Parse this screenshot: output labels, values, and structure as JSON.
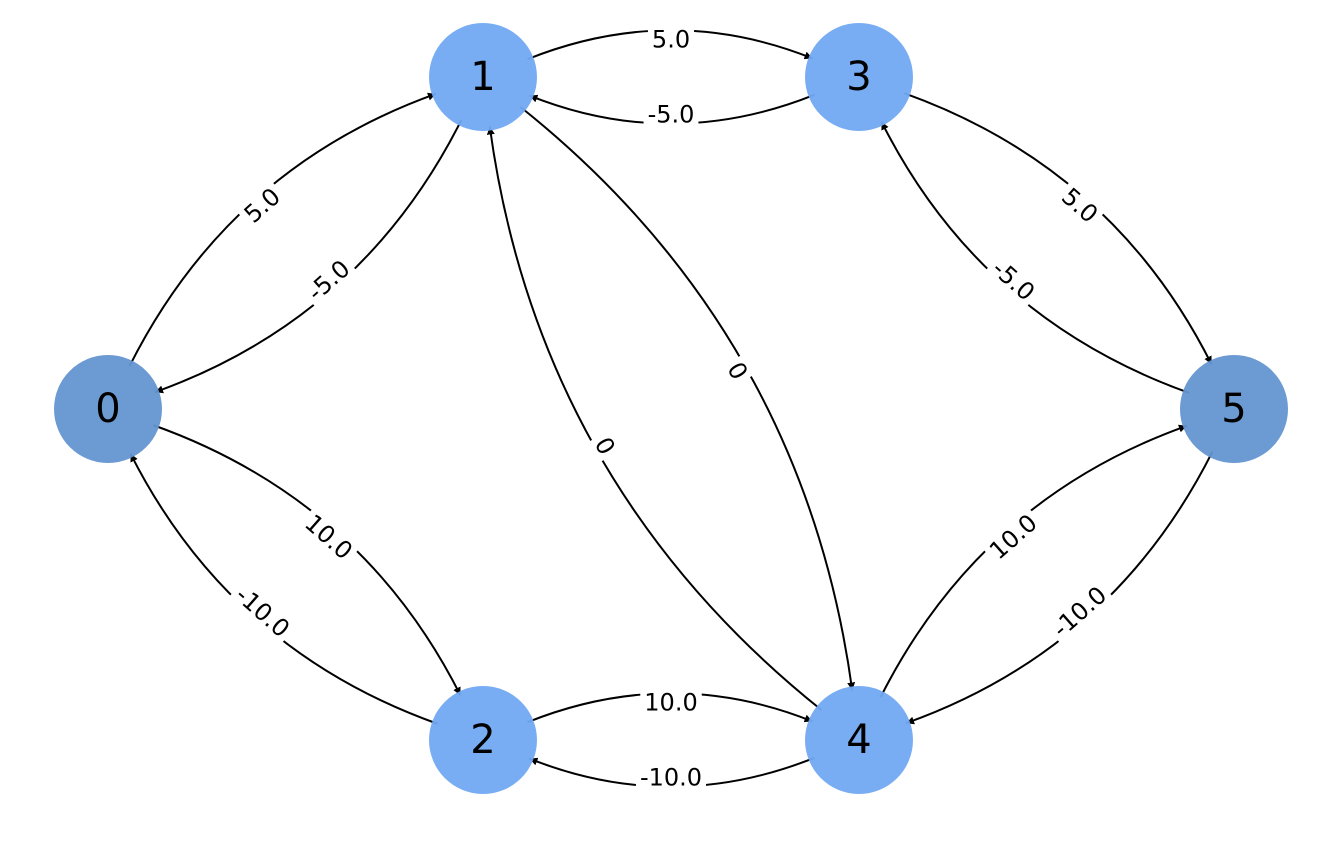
{
  "graph": {
    "directed": true,
    "colors": {
      "source_sink_node": "#6495d0",
      "inner_node": "#72a9f2",
      "edge": "#000000"
    },
    "nodes": [
      {
        "id": "0",
        "label": "0",
        "role": "source"
      },
      {
        "id": "1",
        "label": "1",
        "role": "inner"
      },
      {
        "id": "2",
        "label": "2",
        "role": "inner"
      },
      {
        "id": "3",
        "label": "3",
        "role": "inner"
      },
      {
        "id": "4",
        "label": "4",
        "role": "inner"
      },
      {
        "id": "5",
        "label": "5",
        "role": "sink"
      }
    ],
    "edges": [
      {
        "from": "0",
        "to": "1",
        "label": "5.0"
      },
      {
        "from": "1",
        "to": "0",
        "label": "-5.0"
      },
      {
        "from": "0",
        "to": "2",
        "label": "10.0"
      },
      {
        "from": "2",
        "to": "0",
        "label": "-10.0"
      },
      {
        "from": "1",
        "to": "3",
        "label": "5.0"
      },
      {
        "from": "3",
        "to": "1",
        "label": "-5.0"
      },
      {
        "from": "1",
        "to": "4",
        "label": "0"
      },
      {
        "from": "4",
        "to": "1",
        "label": "0"
      },
      {
        "from": "2",
        "to": "4",
        "label": "10.0"
      },
      {
        "from": "4",
        "to": "2",
        "label": "-10.0"
      },
      {
        "from": "3",
        "to": "5",
        "label": "5.0"
      },
      {
        "from": "5",
        "to": "3",
        "label": "-5.0"
      },
      {
        "from": "4",
        "to": "5",
        "label": "10.0"
      },
      {
        "from": "5",
        "to": "4",
        "label": "-10.0"
      }
    ]
  }
}
